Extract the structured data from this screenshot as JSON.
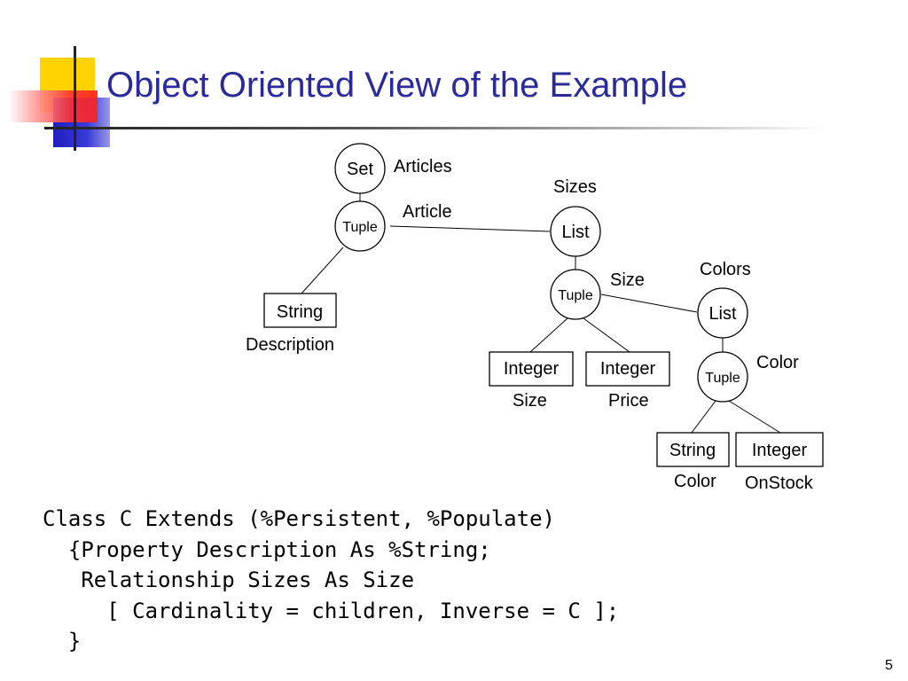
{
  "slide": {
    "title": "Object Oriented View of the Example",
    "page_number": "5"
  },
  "decoration": {
    "colors": {
      "yellow": "#FFD200",
      "red": "#FF3030",
      "blue": "#2B2BCC",
      "title": "#2A2A9A"
    }
  },
  "diagram": {
    "nodes": {
      "set": "Set",
      "tuple_article": "Tuple",
      "list_sizes": "List",
      "tuple_size": "Tuple",
      "list_colors": "List",
      "tuple_color": "Tuple",
      "string_description": "String",
      "integer_size": "Integer",
      "integer_price": "Integer",
      "string_color": "String",
      "integer_onstock": "Integer"
    },
    "labels": {
      "articles": "Articles",
      "article": "Article",
      "sizes": "Sizes",
      "size_rel": "Size",
      "colors": "Colors",
      "color_rel": "Color",
      "description": "Description",
      "size_attr": "Size",
      "price": "Price",
      "color_attr": "Color",
      "onstock": "OnStock"
    }
  },
  "code": {
    "lines": [
      "Class C Extends (%Persistent, %Populate)",
      "  {Property Description As %String;",
      "   Relationship Sizes As Size",
      "     [ Cardinality = children, Inverse = C ];",
      "  }"
    ]
  }
}
